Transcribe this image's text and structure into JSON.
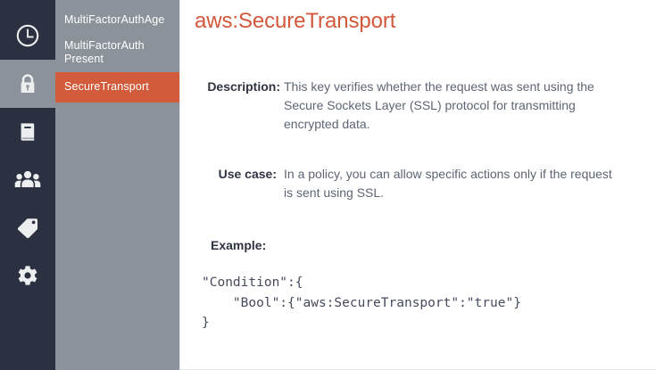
{
  "icon_rail": {
    "items": [
      {
        "icon": "clock-icon",
        "name": "rail-item-recent",
        "active": false
      },
      {
        "icon": "lock-icon",
        "name": "rail-item-security",
        "active": true
      },
      {
        "icon": "book-icon",
        "name": "rail-item-docs",
        "active": false
      },
      {
        "icon": "users-icon",
        "name": "rail-item-users",
        "active": false
      },
      {
        "icon": "tag-icon",
        "name": "rail-item-tags",
        "active": false
      },
      {
        "icon": "gear-icon",
        "name": "rail-item-settings",
        "active": false
      }
    ]
  },
  "sidebar": {
    "items": [
      {
        "label": "MultiFactorAuthAge",
        "label_line2": "",
        "selected": false
      },
      {
        "label": "MultiFactorAuth",
        "label_line2": "Present",
        "selected": false
      },
      {
        "label": "SecureTransport",
        "label_line2": "",
        "selected": true
      }
    ]
  },
  "main": {
    "title": "aws:SecureTransport",
    "description_label": "Description:",
    "description_value": "This key verifies whether the request was sent using the Secure Sockets Layer (SSL) protocol for transmitting encrypted data.",
    "usecase_label": "Use case:",
    "usecase_value": "In a policy, you can allow specific actions only if the request is sent using SSL.",
    "example_label": "Example:",
    "example_code": "\"Condition\":{\n    \"Bool\":{\"aws:SecureTransport\":\"true\"}\n}"
  },
  "colors": {
    "accent_orange": "#d15b3b",
    "rail_dark": "#2b3140",
    "sidebar_gray": "#8b929a",
    "title_orange": "#d1583a",
    "body_text": "#5d6574",
    "label_text": "#2e3442",
    "code_text": "#444b5c"
  }
}
